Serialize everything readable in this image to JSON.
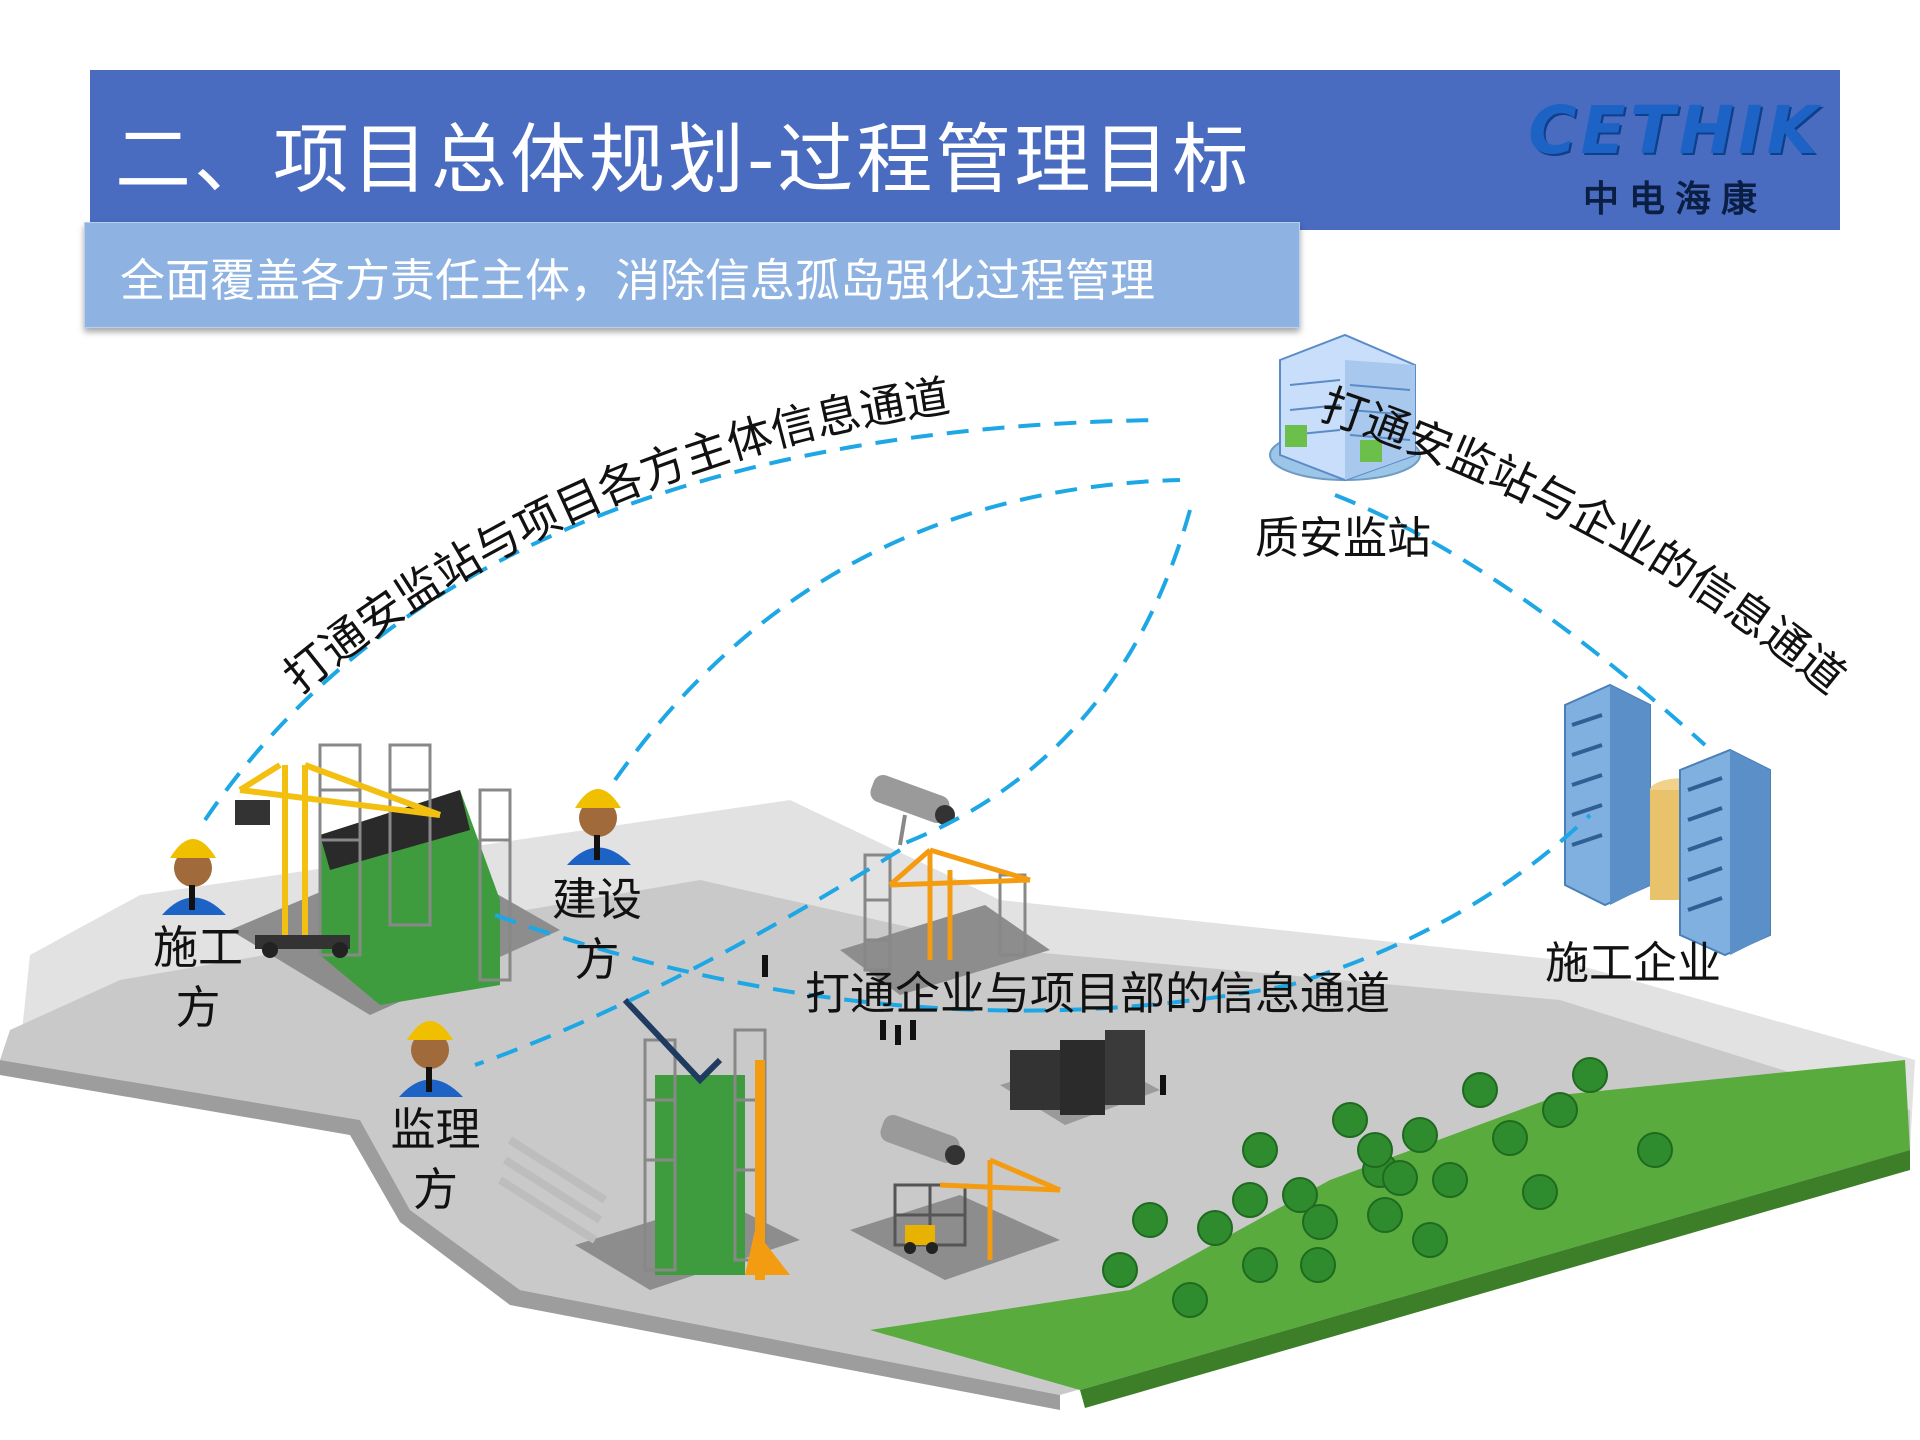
{
  "title": "二、项目总体规划-过程管理目标",
  "logo": {
    "brand": "CETHIK",
    "chinese": "中电海康",
    "color": "#1d63c6"
  },
  "subtitle": "全面覆盖各方责任主体，消除信息孤岛强化过程管理",
  "nodes": {
    "quality_station": "质安监站",
    "construction_company": "施工企业",
    "builder": "施工方",
    "owner": "建设方",
    "supervisor": "监理方"
  },
  "channels": {
    "station_to_parties": "打通安监站与项目各方主体信息通道",
    "station_to_enterprise": "打通安监站与企业的信息通道",
    "enterprise_to_project": "打通企业与项目部的信息通道"
  },
  "colors": {
    "title_bar": "#4a6cc0",
    "subtitle_box": "#8eb2e2",
    "dashed_line": "#1da7e5",
    "ground": "#c8c8c8",
    "grass": "#57a83c"
  }
}
